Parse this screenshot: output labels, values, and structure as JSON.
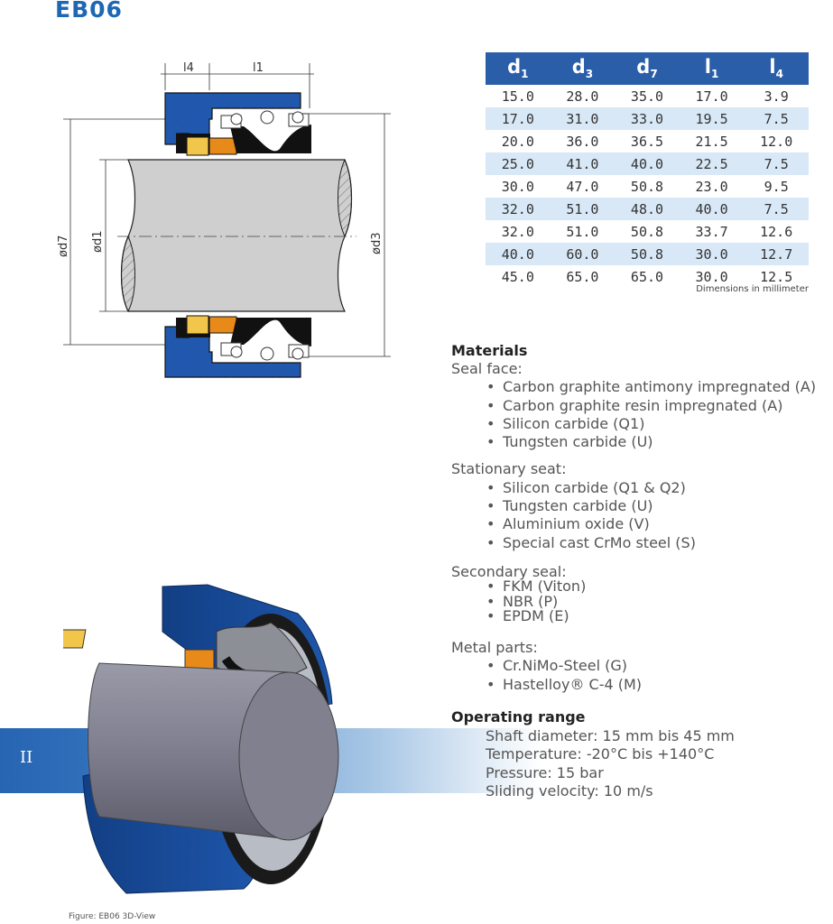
{
  "title": "EB06",
  "drawing_labels": {
    "l4": "l4",
    "l1": "l1",
    "d7": "ød7",
    "d1": "ød1",
    "d3": "ød3"
  },
  "table": {
    "headers": [
      {
        "base": "d",
        "sub": "1"
      },
      {
        "base": "d",
        "sub": "3"
      },
      {
        "base": "d",
        "sub": "7"
      },
      {
        "base": "l",
        "sub": "1"
      },
      {
        "base": "l",
        "sub": "4"
      }
    ],
    "rows": [
      [
        "15.0",
        "28.0",
        "35.0",
        "17.0",
        "3.9"
      ],
      [
        "17.0",
        "31.0",
        "33.0",
        "19.5",
        "7.5"
      ],
      [
        "20.0",
        "36.0",
        "36.5",
        "21.5",
        "12.0"
      ],
      [
        "25.0",
        "41.0",
        "40.0",
        "22.5",
        "7.5"
      ],
      [
        "30.0",
        "47.0",
        "50.8",
        "23.0",
        "9.5"
      ],
      [
        "32.0",
        "51.0",
        "48.0",
        "40.0",
        "7.5"
      ],
      [
        "32.0",
        "51.0",
        "50.8",
        "33.7",
        "12.6"
      ],
      [
        "40.0",
        "60.0",
        "50.8",
        "30.0",
        "12.7"
      ],
      [
        "45.0",
        "65.0",
        "65.0",
        "30.0",
        "12.5"
      ]
    ],
    "note": "Dimensions in millimeter"
  },
  "materials": {
    "heading": "Materials",
    "groups": [
      {
        "label": "Seal face:",
        "items": [
          "Carbon graphite antimony impregnated (A)",
          "Carbon graphite resin impregnated (A)",
          "Silicon carbide (Q1)",
          "Tungsten carbide (U)"
        ]
      },
      {
        "label": "Stationary seat:",
        "items": [
          "Silicon carbide (Q1 & Q2)",
          "Tungsten carbide (U)",
          "Aluminium oxide (V)",
          "Special cast CrMo steel (S)"
        ]
      },
      {
        "label": "Secondary seal:",
        "items": [
          "FKM (Viton)",
          "NBR (P)",
          "EPDM (E)"
        ]
      },
      {
        "label": "Metal parts:",
        "items": [
          "Cr.NiMo-Steel (G)",
          "Hastelloy® C-4 (M)"
        ]
      }
    ]
  },
  "operating": {
    "heading": "Operating range",
    "lines": [
      "Shaft diameter: 15 mm bis 45 mm",
      "Temperature: -20°C bis +140°C",
      "Pressure: 15 bar",
      "Sliding velocity: 10 m/s"
    ]
  },
  "band_label": "II",
  "caption": "Figure:  EB06 3D-View",
  "colors": {
    "accent": "#2a5ea8",
    "table_alt": "#d8e8f6",
    "title": "#1e67b4"
  }
}
